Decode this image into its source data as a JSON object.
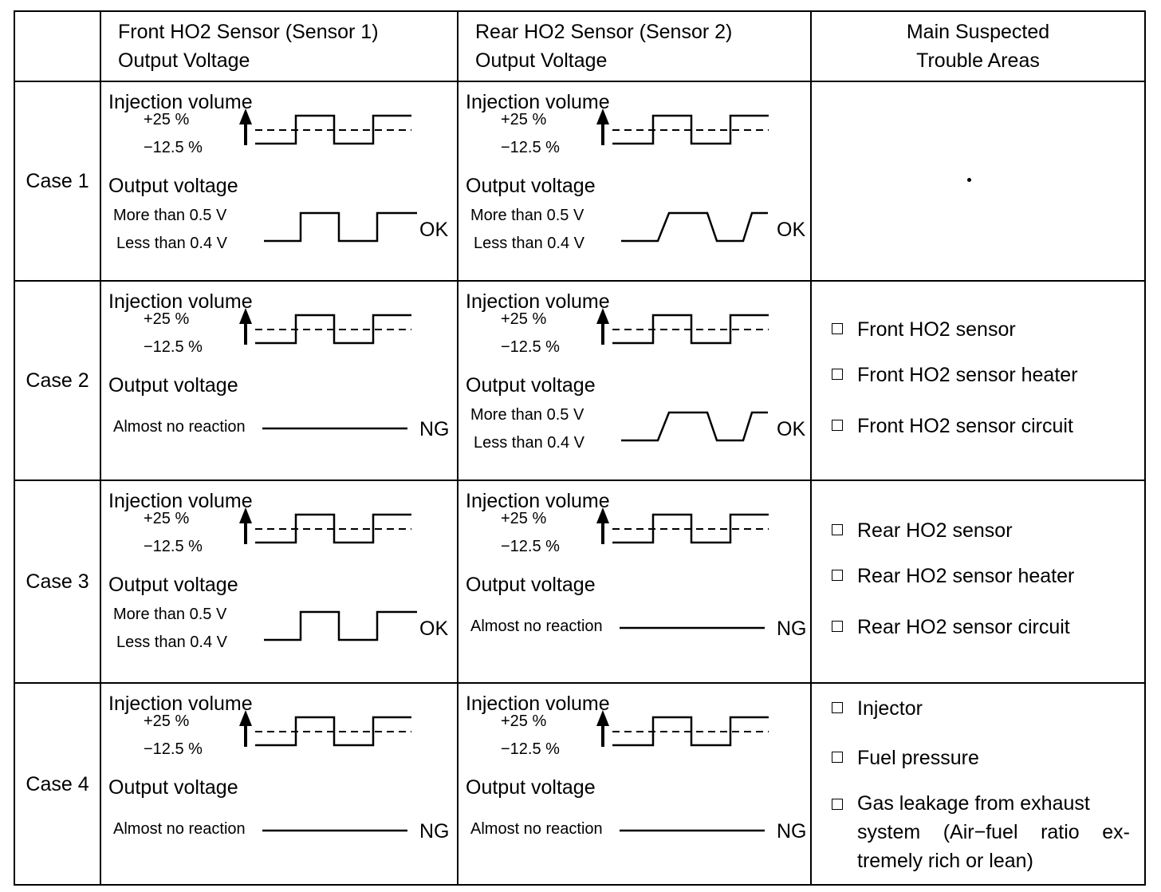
{
  "header": {
    "col1": [
      "Front HO2 Sensor (Sensor 1)",
      "Output Voltage"
    ],
    "col2": [
      "Rear HO2 Sensor (Sensor 2)",
      "Output Voltage"
    ],
    "col3": [
      "Main Suspected",
      "Trouble Areas"
    ]
  },
  "labels": {
    "injection_volume": "Injection volume",
    "plus": "+25 %",
    "minus": "−12.5 %",
    "output_voltage": "Output voltage",
    "more": "More than 0.5 V",
    "less": "Less than 0.4 V",
    "no_reaction": "Almost no reaction",
    "ok": "OK",
    "ng": "NG"
  },
  "cases": [
    {
      "name": "Case 1",
      "front": "ok",
      "rear": "ok",
      "areas": []
    },
    {
      "name": "Case 2",
      "front": "ng",
      "rear": "ok",
      "areas": [
        "Front HO2 sensor",
        "Front HO2 sensor heater",
        "Front HO2 sensor circuit"
      ]
    },
    {
      "name": "Case 3",
      "front": "ok",
      "rear": "ng",
      "areas": [
        "Rear HO2 sensor",
        "Rear HO2 sensor heater",
        "Rear HO2 sensor circuit"
      ]
    },
    {
      "name": "Case 4",
      "front": "ng",
      "rear": "ng",
      "areas": [
        "Injector",
        "Fuel pressure"
      ],
      "area_last": [
        "Gas leakage from exhaust",
        "system (Air−fuel ratio ex-",
        "tremely rich or lean)"
      ]
    }
  ]
}
